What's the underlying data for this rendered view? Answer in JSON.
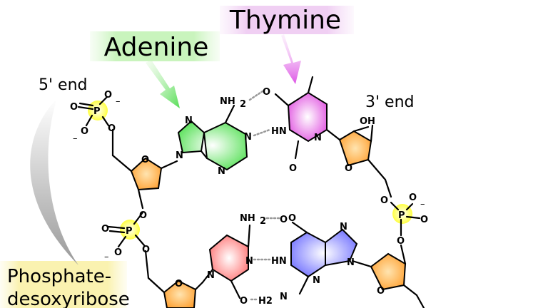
{
  "labels": {
    "thymine": "Thymine",
    "adenine": "Adenine",
    "five_end": "5' end",
    "three_end": "3' end",
    "phosphate_line1": "Phosphate-",
    "phosphate_line2": "desoxyribose"
  },
  "atoms": {
    "O": "O",
    "P": "P",
    "N": "N",
    "OH": "OH",
    "NH2": "NH",
    "sub2": "2",
    "HN": "HN",
    "N_H": "N",
    "H2": "H2",
    "minus": "–"
  },
  "colors": {
    "adenine": "#66ee66",
    "thymine": "#ee66ee",
    "cytosine": "#ff8888",
    "guanine": "#8888ff",
    "sugar": "#ffaa44",
    "phosphate": "#ffff66",
    "thymine_label_bg": "#f4dcf6",
    "adenine_label_bg": "#d9f7cf",
    "phosphate_label_bg": "#fbf6c4"
  }
}
